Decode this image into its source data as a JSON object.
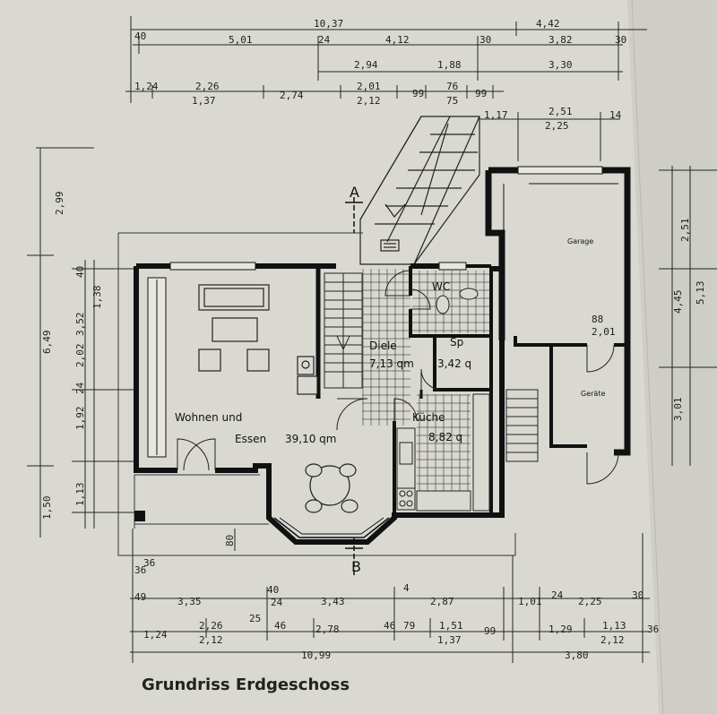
{
  "title": "Grundriss Erdgeschoss",
  "rooms": {
    "wohnen_label": "Wohnen und",
    "essen_label": "Essen",
    "wohnen_area": "39,10 qm",
    "diele_label": "Diele",
    "diele_area": "7,13 qm",
    "sp_label": "Sp",
    "sp_area": "3,42 q",
    "kueche_label": "Küche",
    "kueche_area": "8,82 q",
    "wc_label": "WC",
    "garage_label": "Garage",
    "geraete_label": "Geräte"
  },
  "section_marks": {
    "a": "A",
    "b": "B"
  },
  "dimensions": {
    "top": [
      "10,37",
      "4,42",
      "40",
      "5,01",
      "24",
      "4,12",
      "30",
      "3,82",
      "30",
      "2,94",
      "1,88",
      "3,30",
      "1,24",
      "2,26",
      "1,37",
      "2,74",
      "2,01",
      "2,12",
      "99",
      "76",
      "75",
      "99",
      "1,17",
      "2,51",
      "2,25",
      "14"
    ],
    "left": [
      "2,99",
      "6,49",
      "1,50",
      "3,52",
      "2,02",
      "1,38",
      "1,92",
      "1,13",
      "24",
      "40",
      "36"
    ],
    "right": [
      "2,51",
      "4,45",
      "3,01",
      "5,13",
      "2,01",
      "88"
    ],
    "bottom": [
      "3,35",
      "40",
      "24",
      "3,43",
      "2,87",
      "4",
      "1,01",
      "24",
      "2,25",
      "30",
      "1,24",
      "2,26",
      "2,12",
      "25",
      "46",
      "2,78",
      "46",
      "79",
      "1,51",
      "1,37",
      "99",
      "1,29",
      "1,13",
      "2,12",
      "36",
      "10,99",
      "3,80",
      "49",
      "36",
      "80"
    ]
  }
}
